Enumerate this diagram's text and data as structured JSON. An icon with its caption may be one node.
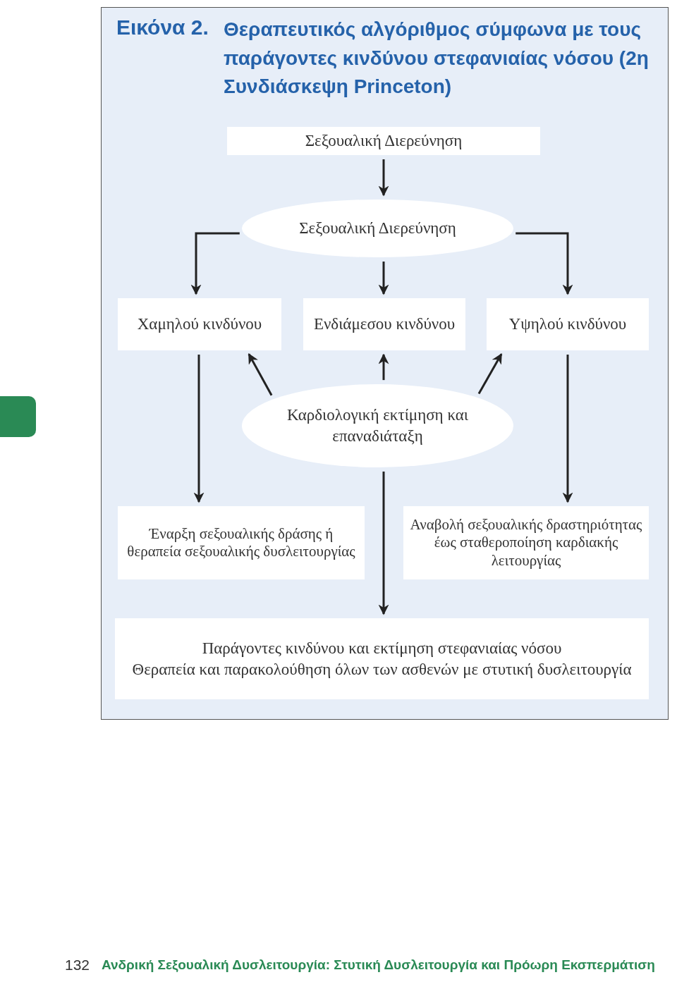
{
  "diagram": {
    "title": "Θεραπευτικός αλγόριθμος σύμφωνα με τους παράγοντες κινδύνου στεφανιαίας νόσου (2η Συνδιάσκεψη Princeton)",
    "nodes": [
      {
        "text": [
          "Σεξουαλική Διερεύνηση"
        ]
      },
      {
        "text": [
          "Σεξουαλική Διερεύνηση"
        ]
      },
      {
        "text": [
          "Χαμηλού κινδύνου"
        ]
      },
      {
        "text": [
          "Ενδιάμεσου κινδύνου"
        ]
      },
      {
        "text": [
          "Υψηλού κινδύνου"
        ]
      },
      {
        "text": [
          "Καρδιολογική εκτίμηση και επαναδιάταξη"
        ]
      },
      {
        "text": [
          "Έναρξη σεξουαλικής δράσης ή θεραπεία σεξουαλικής δυσλειτουργίας"
        ]
      },
      {
        "text": [
          "Αναβολή σεξουαλικής δραστηριότητας έως σταθεροποίηση καρδιακής λειτουργίας"
        ]
      },
      {
        "text": [
          "Παράγοντες κινδύνου και εκτίμηση στεφανιαίας νόσου",
          "Θεραπεία και παρακολούθηση όλων των ασθενών με στυτική δυσλειτουργία"
        ]
      }
    ],
    "edges": [
      {
        "from": 0,
        "to": 1,
        "arrow": "to"
      },
      {
        "from": 1,
        "to": 2,
        "arrow": "to"
      },
      {
        "from": 1,
        "to": 3,
        "arrow": "to"
      },
      {
        "from": 1,
        "to": 4,
        "arrow": "to"
      },
      {
        "from": 5,
        "to": 2,
        "arrow": "to"
      },
      {
        "from": 5,
        "to": 3,
        "arrow": "to"
      },
      {
        "from": 5,
        "to": 4,
        "arrow": "to"
      },
      {
        "from": 2,
        "to": 6,
        "arrow": "to"
      },
      {
        "from": 4,
        "to": 7,
        "arrow": "to"
      },
      {
        "from": 5,
        "to": 8,
        "arrow": "to"
      }
    ],
    "labels": [
      "Εικόνα 2.",
      "132",
      "Ανδρική Σεξουαλική Δυσλειτουργία: Στυτική Δυσλειτουργία και Πρόωρη Εκσπερμάτιση"
    ]
  }
}
